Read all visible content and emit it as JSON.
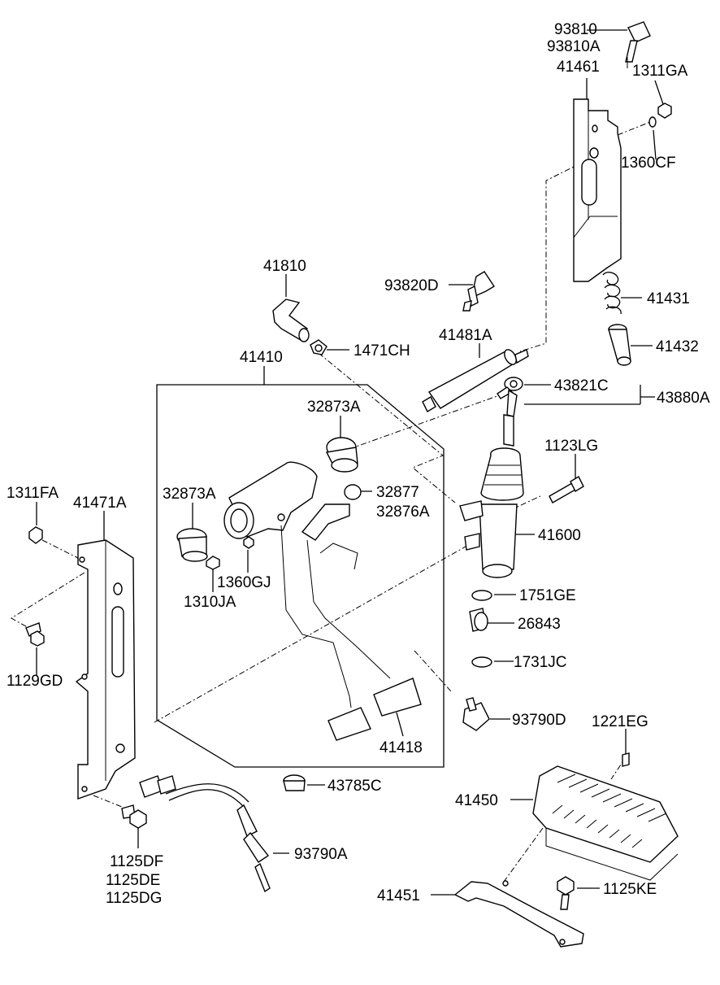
{
  "parts": {
    "p93810": "93810",
    "p93810A": "93810A",
    "p41461": "41461",
    "p1311GA": "1311GA",
    "p1360CF": "1360CF",
    "p41810": "41810",
    "p93820D": "93820D",
    "p41431": "41431",
    "p1471CH": "1471CH",
    "p41481A": "41481A",
    "p41432": "41432",
    "p41410": "41410",
    "p43821C": "43821C",
    "p43880A": "43880A",
    "p32873A_top": "32873A",
    "p1123LG": "1123LG",
    "p1311FA": "1311FA",
    "p41471A": "41471A",
    "p32873A_left": "32873A",
    "p32877": "32877",
    "p32876A": "32876A",
    "p41600": "41600",
    "p1360GJ": "1360GJ",
    "p1310JA": "1310JA",
    "p1751GE": "1751GE",
    "p26843": "26843",
    "p1129GD": "1129GD",
    "p1731JC": "1731JC",
    "p93790D": "93790D",
    "p1221EG": "1221EG",
    "p41418": "41418",
    "p43785C": "43785C",
    "p41450": "41450",
    "p93790A": "93790A",
    "p1125DF": "1125DF",
    "p1125DE": "1125DE",
    "p1125DG": "1125DG",
    "p41451": "41451",
    "p1125KE": "1125KE"
  }
}
